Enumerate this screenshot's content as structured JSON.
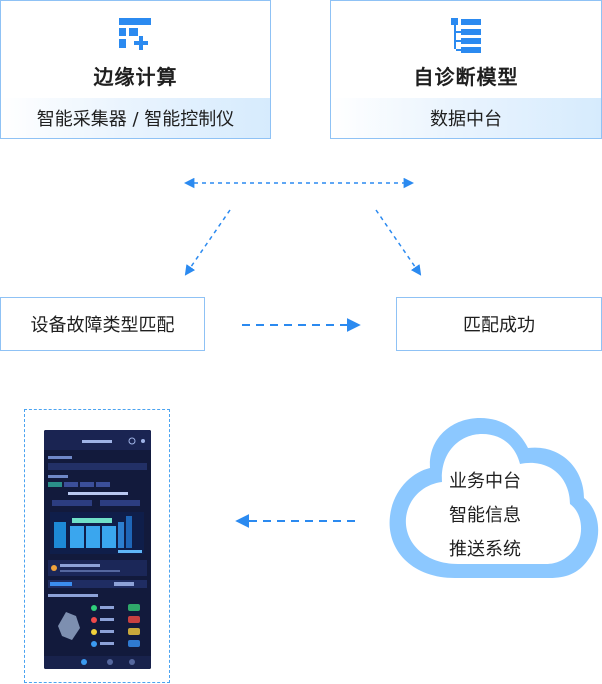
{
  "edge_box": {
    "title": "边缘计算",
    "sub": "智能采集器 / 智能控制仪"
  },
  "model_box": {
    "title": "自诊断模型",
    "sub": "数据中台"
  },
  "match_box": {
    "label": "设备故障类型匹配"
  },
  "success_box": {
    "label": "匹配成功"
  },
  "cloud": {
    "lines": [
      "业务中台",
      "智能信息",
      "推送系统"
    ]
  },
  "colors": {
    "accent": "#2b8af0",
    "border": "#8fc2f5",
    "cloud_fill": "#7cc0ff"
  }
}
